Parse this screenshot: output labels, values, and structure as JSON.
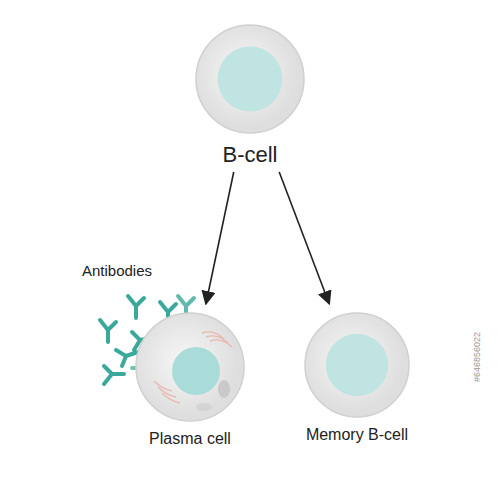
{
  "diagram": {
    "nodes": [
      {
        "text": [
          "B-cell"
        ]
      },
      {
        "text": [
          "Plasma cell"
        ]
      },
      {
        "text": [
          "Memory B-cell"
        ]
      }
    ],
    "edges": [
      {
        "from": 0,
        "to": 1,
        "arrow": "to"
      },
      {
        "from": 0,
        "to": 2,
        "arrow": "to"
      }
    ],
    "labels": [
      "Antibodies",
      "#646856022"
    ]
  }
}
